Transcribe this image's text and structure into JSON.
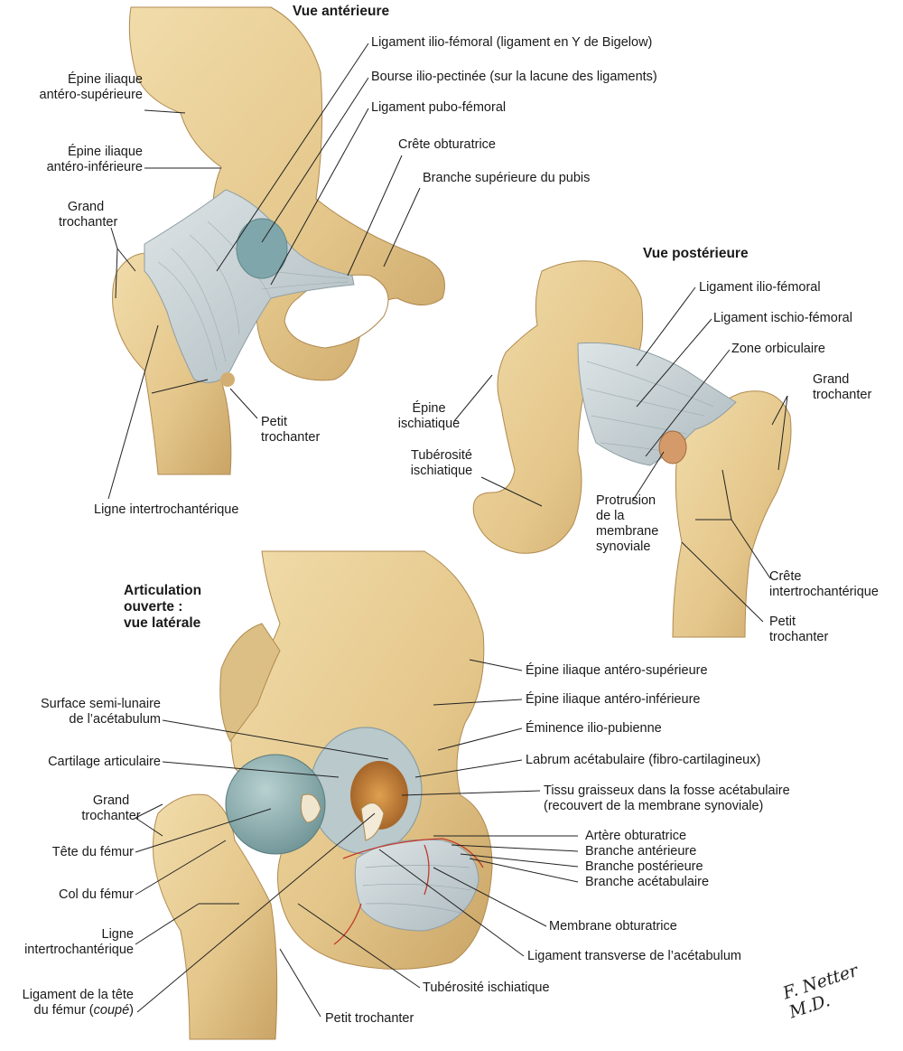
{
  "colors": {
    "bone": "#e8cf93",
    "bone_shade": "#c9a466",
    "ligament": "#c9d4d8",
    "cartilage": "#8fb1b3",
    "fat": "#c98a3a",
    "artery": "#c0392b",
    "leader": "#222222"
  },
  "anterior": {
    "title": "Vue antérieure",
    "labels": {
      "ilio_femoral": "Ligament ilio-fémoral (ligament en Y de Bigelow)",
      "bourse": "Bourse ilio-pectinée (sur la lacune des ligaments)",
      "pubo_femoral": "Ligament pubo-fémoral",
      "crete_obturatrice": "Crête obturatrice",
      "branche_sup_pubis": "Branche supérieure du pubis",
      "eias_1": "Épine iliaque",
      "eias_2": "antéro-supérieure",
      "eiai_1": "Épine iliaque",
      "eiai_2": "antéro-inférieure",
      "grand_troch_1": "Grand",
      "grand_troch_2": "trochanter",
      "petit_troch_1": "Petit",
      "petit_troch_2": "trochanter",
      "ligne_inter": "Ligne intertrochantérique"
    }
  },
  "posterior": {
    "title": "Vue postérieure",
    "labels": {
      "ilio_femoral": "Ligament ilio-fémoral",
      "ischio_femoral": "Ligament ischio-fémoral",
      "zone_orbiculaire": "Zone orbiculaire",
      "grand_troch_1": "Grand",
      "grand_troch_2": "trochanter",
      "epine_isch_1": "Épine",
      "epine_isch_2": "ischiatique",
      "tuber_1": "Tubérosité",
      "tuber_2": "ischiatique",
      "protrusion_1": "Protrusion",
      "protrusion_2": "de la",
      "protrusion_3": "membrane",
      "protrusion_4": "synoviale",
      "crete_inter_1": "Crête",
      "crete_inter_2": "intertrochantérique",
      "petit_troch_1": "Petit",
      "petit_troch_2": "trochanter"
    }
  },
  "lateral": {
    "title_1": "Articulation",
    "title_2": "ouverte :",
    "title_3": "vue latérale",
    "labels": {
      "eias": "Épine iliaque antéro-supérieure",
      "eiai": "Épine iliaque antéro-inférieure",
      "eminence": "Éminence ilio-pubienne",
      "labrum": "Labrum acétabulaire (fibro-cartilagineux)",
      "tissu_1": "Tissu graisseux dans la fosse acétabulaire",
      "tissu_2": "(recouvert de la membrane synoviale)",
      "artere": "Artère obturatrice",
      "branche_ant": "Branche antérieure",
      "branche_post": "Branche postérieure",
      "branche_acet": "Branche acétabulaire",
      "membrane": "Membrane obturatrice",
      "lig_transverse": "Ligament transverse de l’acétabulum",
      "tuber": "Tubérosité ischiatique",
      "petit_troch": "Petit trochanter",
      "surface_1": "Surface semi-lunaire",
      "surface_2": "de l’acétabulum",
      "cartilage": "Cartilage articulaire",
      "grand_troch_1": "Grand",
      "grand_troch_2": "trochanter",
      "tete": "Tête du fémur",
      "col": "Col du fémur",
      "ligne_1": "Ligne",
      "ligne_2": "intertrochantérique",
      "lig_tete_1": "Ligament de la tête",
      "lig_tete_2": "du fémur (",
      "lig_tete_3": "coupé",
      "lig_tete_4": ")"
    }
  },
  "signature": "F. Netter M.D."
}
